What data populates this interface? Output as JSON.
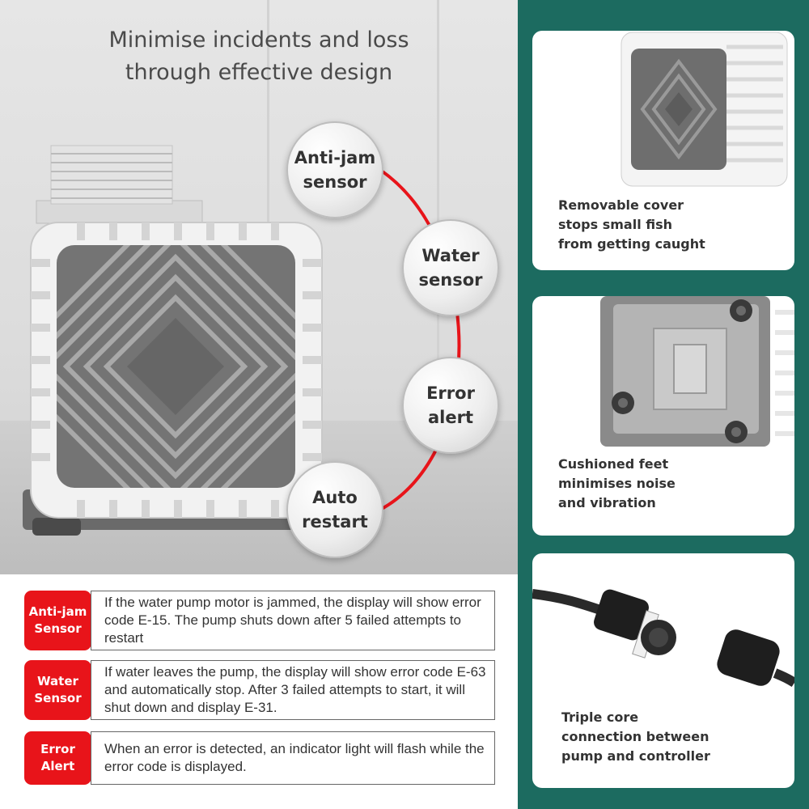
{
  "headline": "Minimise incidents and loss\nthrough effective design",
  "features": [
    {
      "label": "Anti-jam\nsensor"
    },
    {
      "label": "Water\nsensor"
    },
    {
      "label": "Error\nalert"
    },
    {
      "label": "Auto\nrestart"
    }
  ],
  "details": [
    {
      "badge": "Anti-jam\nSensor",
      "text": "If the water pump motor is jammed, the display will show error code E-15. The pump shuts down after 5 failed attempts to restart"
    },
    {
      "badge": "Water\nSensor",
      "text": "If water leaves the pump, the display will show error code E-63 and automatically stop. After 3 failed attempts to start, it will shut down and display E-31."
    },
    {
      "badge": "Error\nAlert",
      "text": "When an error is detected, an indicator light will flash while the error code is displayed."
    }
  ],
  "side_cards": [
    {
      "caption": "Removable cover\nstops small fish\nfrom getting caught",
      "icon": "pump-cover-icon"
    },
    {
      "caption": "Cushioned feet\nminimises noise\nand vibration",
      "icon": "pump-base-icon"
    },
    {
      "caption": "Triple core\nconnection between\npump and controller",
      "icon": "connector-cable-icon"
    }
  ],
  "colors": {
    "accent_red": "#e8141a",
    "side_teal": "#1c6b60",
    "headline_gray": "#4a4a4a"
  }
}
